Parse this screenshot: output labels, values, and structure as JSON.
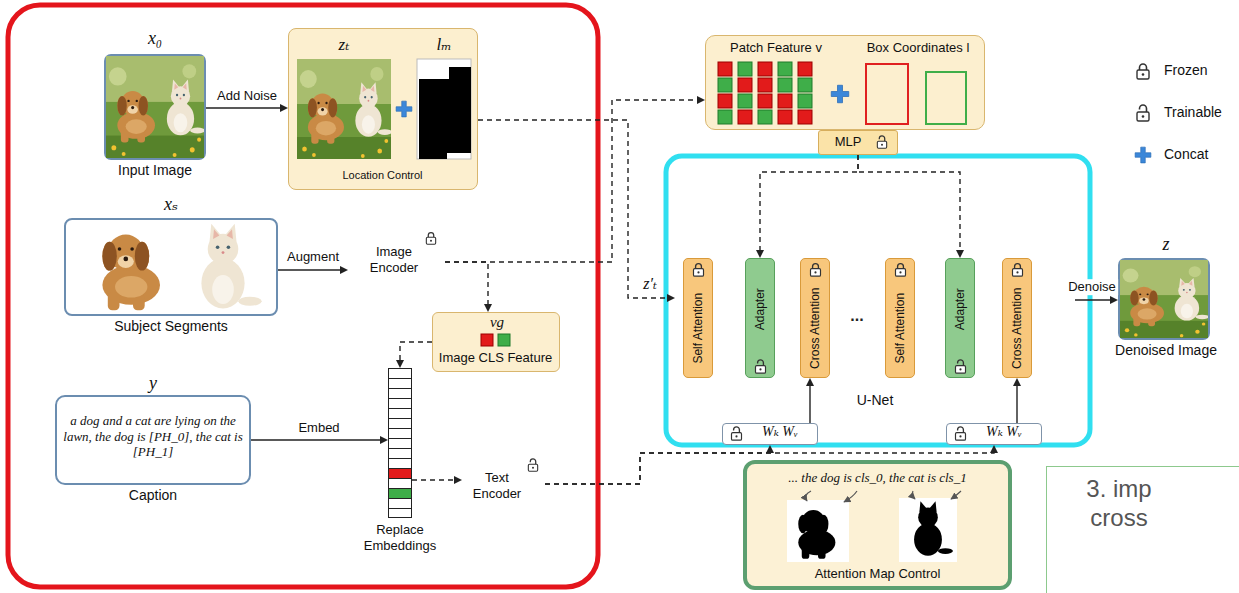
{
  "diagram": {
    "nodes": [
      {
        "text": [
          "x₀",
          "Input Image"
        ]
      },
      {
        "text": [
          "zₜ",
          "lₘ",
          "Location Control"
        ]
      },
      {
        "text": [
          "xₛ",
          "Subject Segments"
        ]
      },
      {
        "text": [
          "Image Encoder"
        ]
      },
      {
        "text": [
          "vg",
          "Image CLS Feature"
        ]
      },
      {
        "text": [
          "y",
          "a dog and a cat are lying on the lawn, the dog is [PH_0], the cat is [PH_1]",
          "Caption"
        ]
      },
      {
        "text": [
          "Replace Embeddings"
        ]
      },
      {
        "text": [
          "Text Encoder"
        ]
      },
      {
        "text": [
          "Patch Feature v",
          "Box Coordinates l"
        ]
      },
      {
        "text": [
          "MLP"
        ]
      },
      {
        "text": [
          "U-Net"
        ]
      },
      {
        "text": [
          "Self Attention"
        ],
        "in": 10
      },
      {
        "text": [
          "Adapter"
        ],
        "in": 10
      },
      {
        "text": [
          "Cross Attention"
        ],
        "in": 10
      },
      {
        "text": [
          "Self Attention"
        ],
        "in": 10
      },
      {
        "text": [
          "Adapter"
        ],
        "in": 10
      },
      {
        "text": [
          "Cross Attention"
        ],
        "in": 10
      },
      {
        "text": [
          "Wₖ Wᵥ"
        ]
      },
      {
        "text": [
          "Wₖ Wᵥ"
        ]
      },
      {
        "text": [
          "z",
          "Denoised Image"
        ]
      },
      {
        "text": [
          "... the dog is cls_0, the cat is cls_1",
          "Attention Map Control"
        ]
      },
      {
        "text": [
          "3. imp cross"
        ]
      }
    ],
    "edges": [
      {
        "from": 0,
        "to": 1,
        "arrow": "to",
        "label": "Add Noise"
      },
      {
        "from": 2,
        "to": 3,
        "arrow": "to",
        "label": "Augment"
      },
      {
        "from": 3,
        "to": 4,
        "arrow": "to"
      },
      {
        "from": 3,
        "to": 8,
        "arrow": "to"
      },
      {
        "from": 5,
        "to": 6,
        "arrow": "to",
        "label": "Embed"
      },
      {
        "from": 4,
        "to": 6,
        "arrow": "to"
      },
      {
        "from": 6,
        "to": 7,
        "arrow": "to"
      },
      {
        "from": 1,
        "to": 10,
        "arrow": "to",
        "label": "z′ₜ"
      },
      {
        "from": 9,
        "to": 12,
        "arrow": "to"
      },
      {
        "from": 9,
        "to": 15,
        "arrow": "to"
      },
      {
        "from": 7,
        "to": 17,
        "arrow": "to"
      },
      {
        "from": 7,
        "to": 18,
        "arrow": "to"
      },
      {
        "from": 17,
        "to": 13,
        "arrow": "to"
      },
      {
        "from": 18,
        "to": 16,
        "arrow": "to"
      },
      {
        "from": 10,
        "to": 19,
        "arrow": "to",
        "label": "Denoise"
      }
    ],
    "labels": [
      "..."
    ],
    "legend": [
      {
        "text": "Frozen"
      },
      {
        "text": "Trainable"
      },
      {
        "text": "Concat"
      }
    ]
  }
}
